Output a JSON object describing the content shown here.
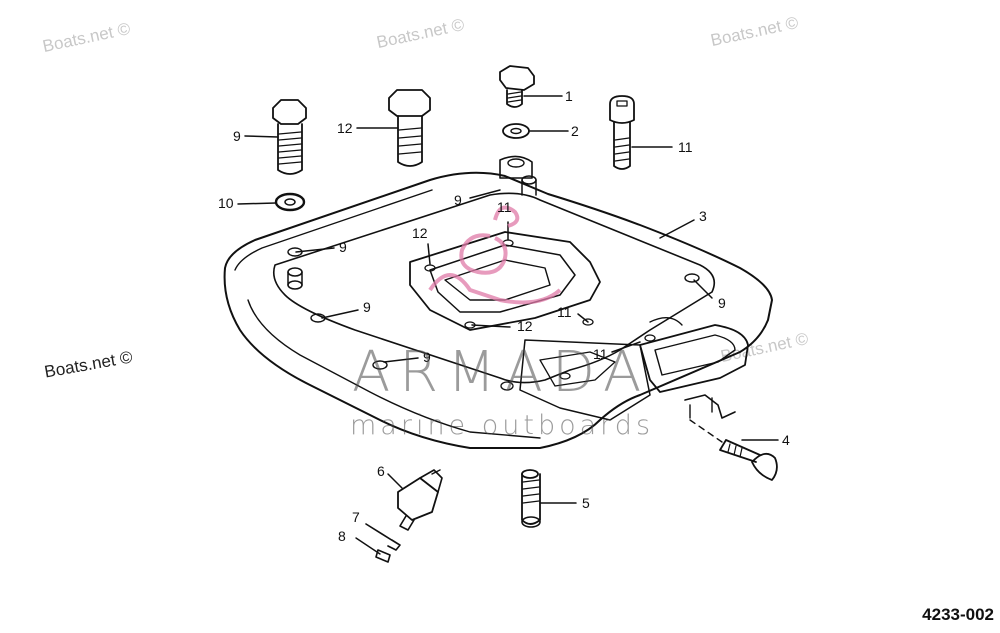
{
  "watermark_text": "Boats.net ©",
  "brand": {
    "name": "ARMADA",
    "tagline": "marine outboards"
  },
  "figure_id": "4233-002",
  "callouts": {
    "c1": "1",
    "c2": "2",
    "c3": "3",
    "c4": "4",
    "c5": "5",
    "c6": "6",
    "c7": "7",
    "c8": "8",
    "c9a": "9",
    "c9b": "9",
    "c9c": "9",
    "c9d": "9",
    "c9e": "9",
    "c9f": "9",
    "c10": "10",
    "c11a": "11",
    "c11b": "11",
    "c11c": "11",
    "c11d": "11",
    "c12a": "12",
    "c12b": "12",
    "c12c": "12"
  },
  "colors": {
    "line": "#111111",
    "watermark": "#c8c8c8",
    "logo_pink": "#e07aa8",
    "brand": "#4a4a4a"
  }
}
